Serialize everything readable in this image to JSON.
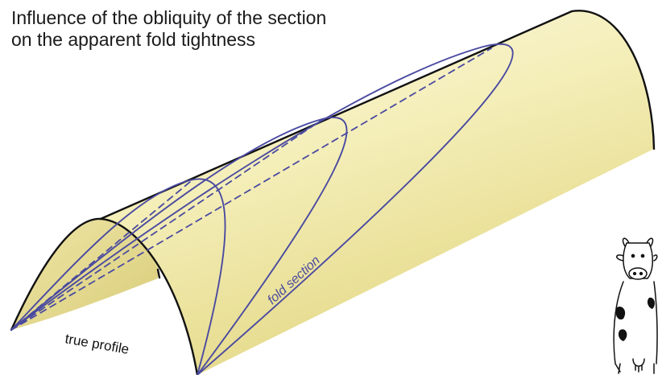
{
  "title": {
    "line1": "Influence of the obliquity of the section",
    "line2": "on the apparent fold tightness"
  },
  "labels": {
    "true_profile": "true profile",
    "fold_section": "fold section"
  },
  "colors": {
    "surface_light": "#fdfbe8",
    "surface_dark": "#e7dc8e",
    "inner_face": "#d9cd7a",
    "outline": "#111111",
    "section_line": "#4a4aa0"
  },
  "mascot": "cow-cartoon"
}
